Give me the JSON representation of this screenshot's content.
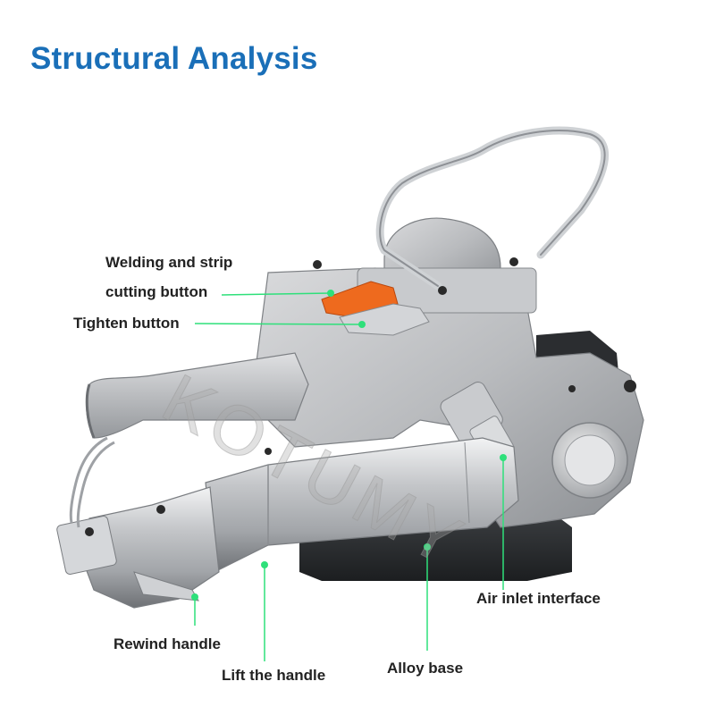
{
  "title": "Structural Analysis",
  "watermark": "KOTUMY",
  "accent_color": "#1a6fb8",
  "callout_color": "#2ee07a",
  "labels": {
    "welding_line1": "Welding and strip",
    "welding_line2": "cutting button",
    "tighten": "Tighten button",
    "rewind": "Rewind handle",
    "lift": "Lift the handle",
    "alloy": "Alloy base",
    "air": "Air inlet interface"
  }
}
